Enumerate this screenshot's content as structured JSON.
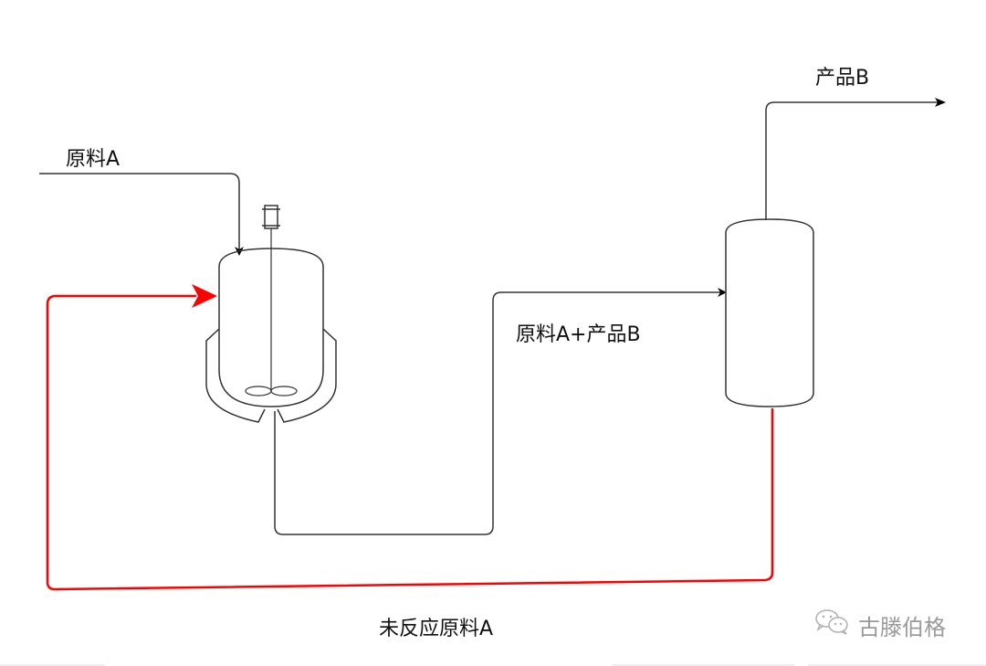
{
  "diagram": {
    "title": "Reactor with recycle process flow",
    "labels": {
      "feed": "原料A",
      "product": "产品B",
      "intermediate": "原料A+产品B",
      "recycle": "未反应原料A"
    },
    "units": [
      {
        "id": "reactor",
        "type": "stirred-tank-reactor-with-jacket"
      },
      {
        "id": "separator",
        "type": "vertical-vessel"
      }
    ],
    "streams": [
      {
        "id": "feed-stream",
        "from": "external",
        "to": "reactor",
        "label": "原料A",
        "color": "#000000"
      },
      {
        "id": "reactor-outlet-stream",
        "from": "reactor",
        "to": "separator",
        "label": "原料A+产品B",
        "color": "#000000"
      },
      {
        "id": "product-stream",
        "from": "separator",
        "to": "external",
        "label": "产品B",
        "color": "#000000"
      },
      {
        "id": "recycle-stream",
        "from": "separator",
        "to": "reactor",
        "label": "未反应原料A",
        "color": "#ff0000"
      }
    ]
  },
  "watermark": {
    "icon": "wechat-icon",
    "text": "古滕伯格"
  }
}
